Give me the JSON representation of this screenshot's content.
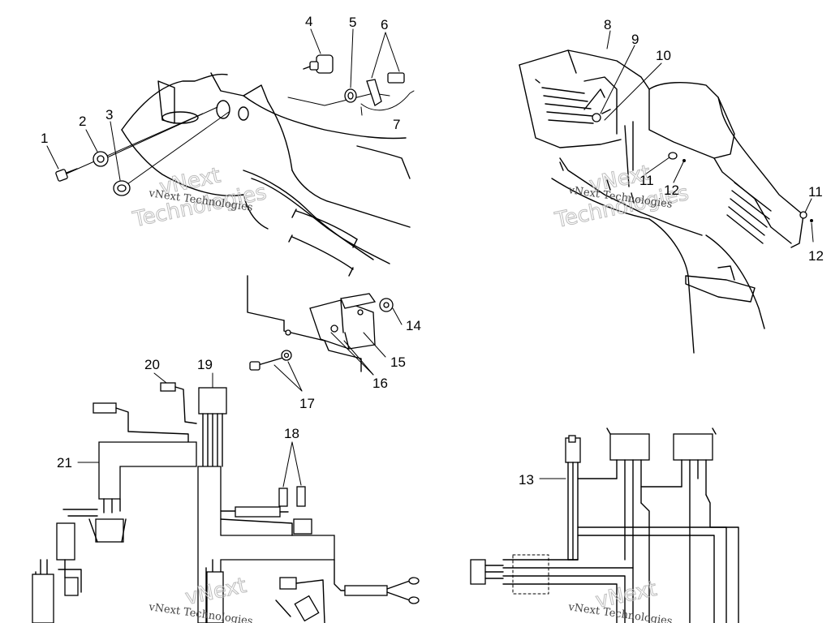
{
  "watermark": {
    "big_top": "vNext",
    "big_bottom": "Technologies",
    "small": "vNext Technologies"
  },
  "callouts": [
    "1",
    "2",
    "3",
    "4",
    "5",
    "6",
    "7",
    "8",
    "9",
    "10",
    "11",
    "12",
    "11",
    "12",
    "13",
    "14",
    "15",
    "16",
    "17",
    "18",
    "19",
    "20",
    "21"
  ]
}
